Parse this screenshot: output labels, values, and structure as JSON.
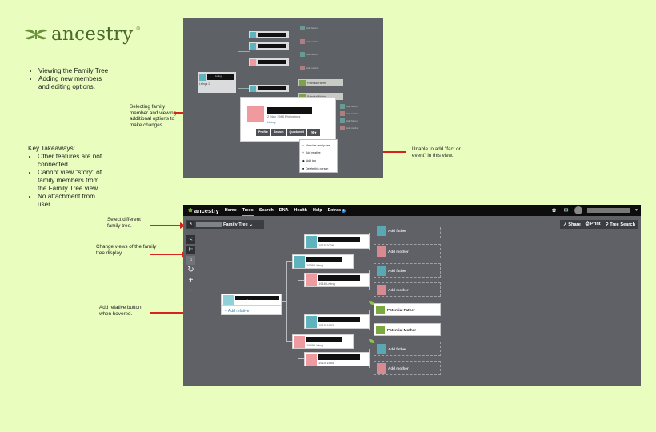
{
  "logo": {
    "text": "ancestry",
    "mark": "®"
  },
  "notes_top": [
    "Viewing the Family Tree",
    "Adding new members and editing options."
  ],
  "takeaways": {
    "heading": "Key Takeaways:",
    "items": [
      "Other features are not connected.",
      "Cannot view \"story\" of family members from the Family Tree view.",
      "No attachment from user."
    ]
  },
  "callouts": {
    "selecting": "Selecting family member and viewing additional options to make changes.",
    "unable": "Unable to add \"fact or event\" in this view.",
    "select_tree": "Select different family tree.",
    "change_views": "Change views of the family tree display.",
    "add_relative": "Add relative button when hovered."
  },
  "shot1": {
    "root_living": "Living",
    "root_year": "Livings 1",
    "root_add": "+ Add relative",
    "potential_father": "Potential Father",
    "potential_mother": "Potential Mother",
    "add_father": "Add father",
    "add_mother": "Add mother",
    "popup_date": "2 May 1988 Philippines",
    "popup_link": "Living",
    "buttons": [
      "Profile",
      "Search",
      "Quick edit",
      "⚒ ▾"
    ],
    "menu": [
      "View her family tree",
      "Add relative",
      "Add tag",
      "Delete this person"
    ]
  },
  "shot2": {
    "nav": {
      "logo": "ancestry",
      "items": [
        "Home",
        "Trees",
        "Search",
        "DNA",
        "Health",
        "Help",
        "Extras"
      ],
      "active": "Trees",
      "badge": "1"
    },
    "tree_label": "Family Tree ⌄",
    "actions": [
      "Share",
      "Print",
      "Tree Search"
    ],
    "root": {
      "dates": "1987-Living",
      "add_relative": "Add relative"
    },
    "people": [
      {
        "dates": "1936-Living"
      },
      {
        "dates": "1949-Living"
      },
      {
        "dates": "1915-2009"
      },
      {
        "dates": "1916-Living"
      },
      {
        "dates": "1915-1992"
      },
      {
        "dates": "1915-1885"
      }
    ],
    "ghost_father": "Add father",
    "ghost_mother": "Add mother",
    "potential_father": "Potential Father",
    "potential_mother": "Potential Mother"
  },
  "colors": {
    "accent_red": "#d6231b",
    "brand_green": "#8ec641",
    "bg": "#e9fdbf"
  }
}
